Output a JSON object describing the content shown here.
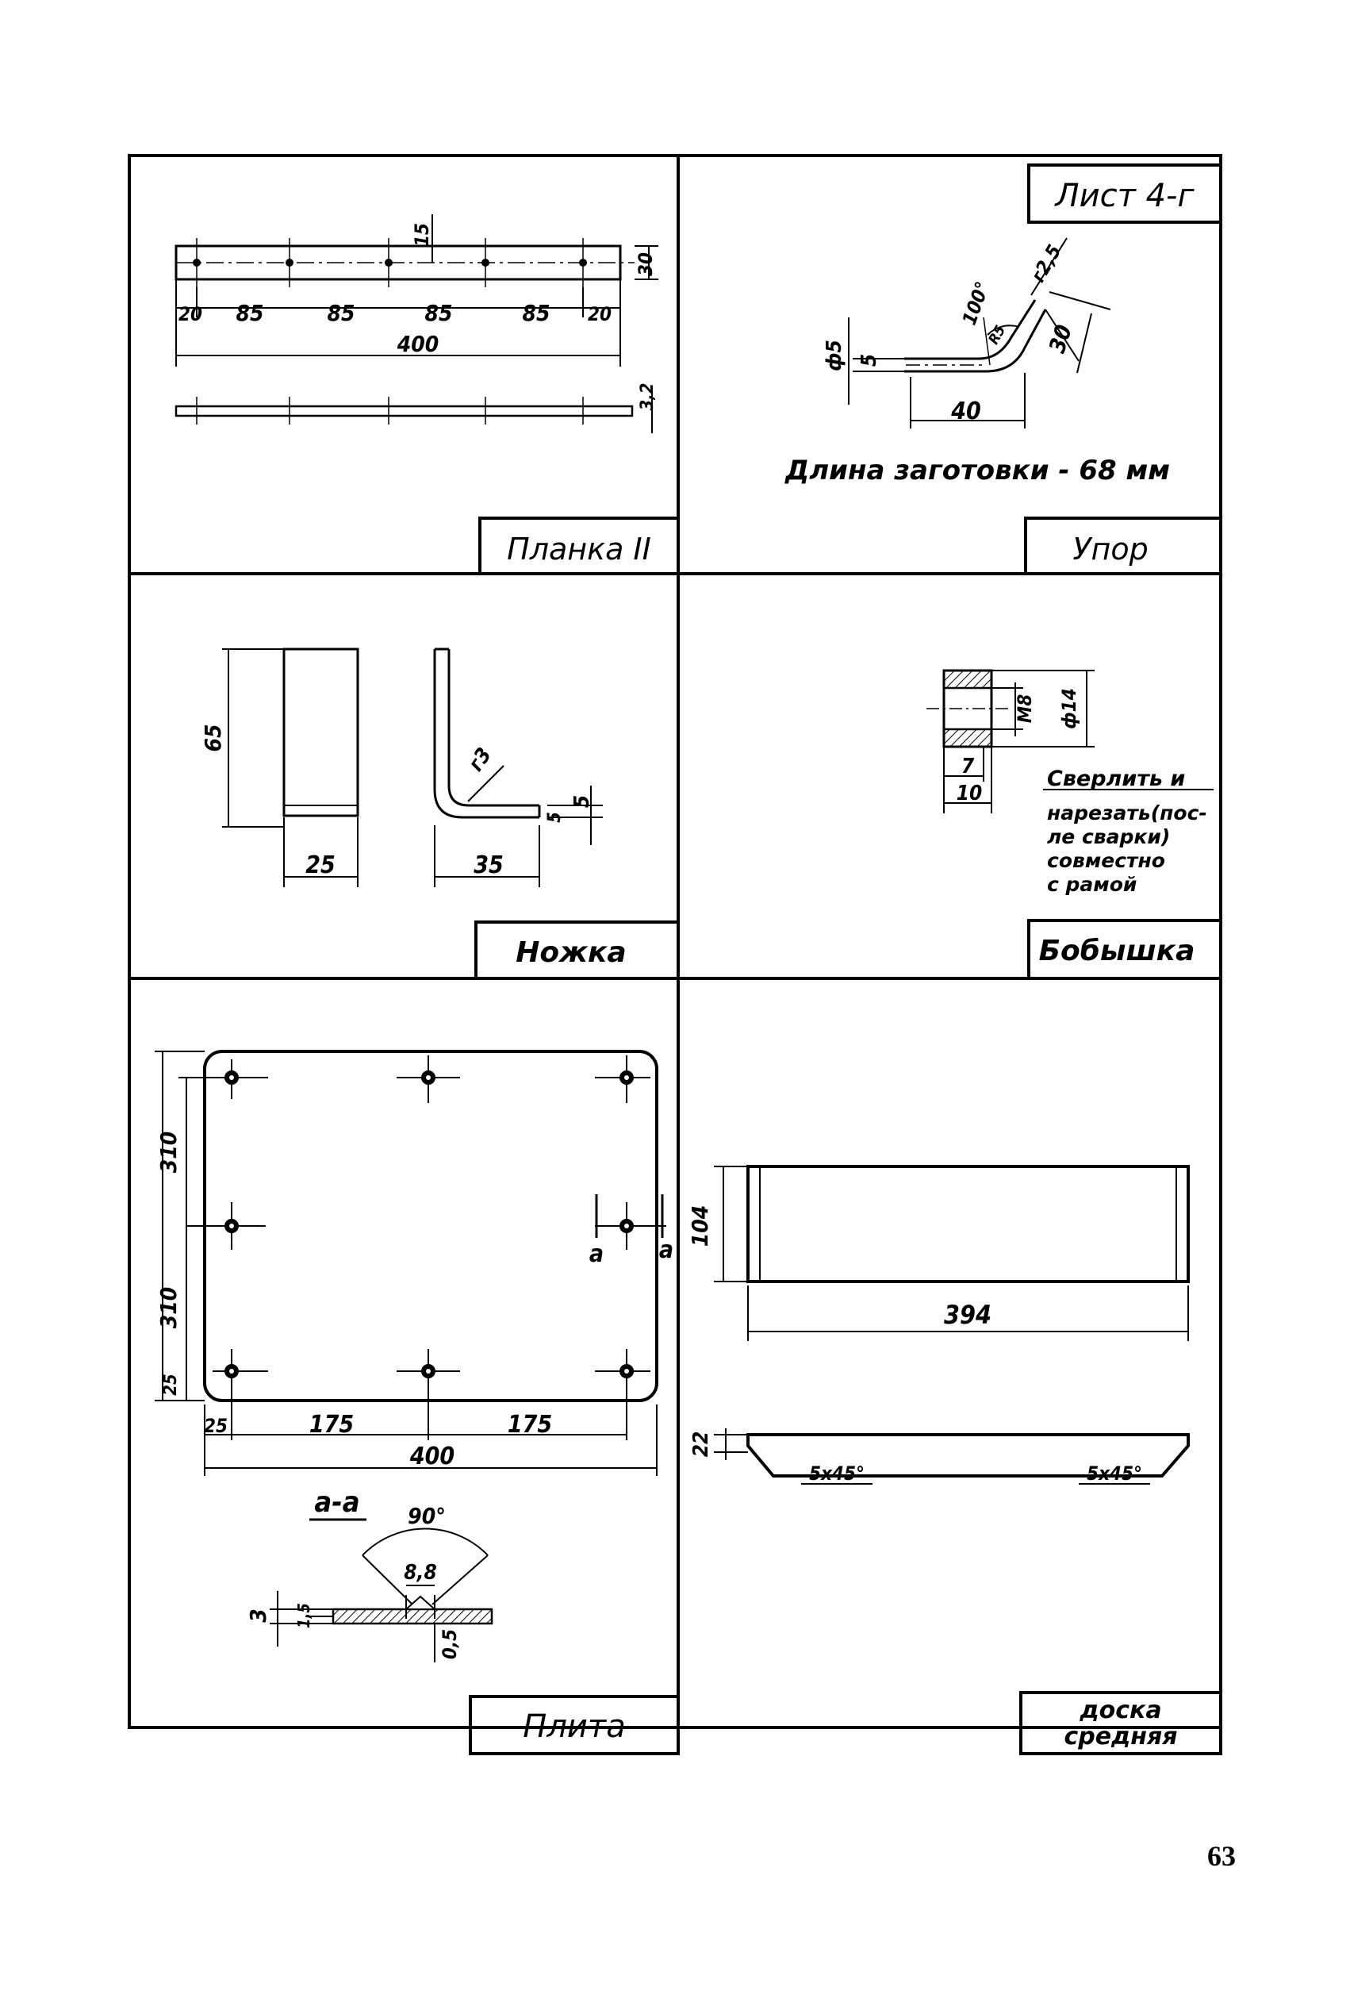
{
  "sheet_label": "Лист 4-г",
  "page_number": "63",
  "panels": {
    "planka": {
      "title": "Планка II",
      "dims": [
        "15",
        "30",
        "20",
        "85",
        "85",
        "85",
        "85",
        "20",
        "400",
        "3,2"
      ]
    },
    "upor": {
      "title": "Упор",
      "note": "Длина заготовки - 68 мм",
      "dims": [
        "ф5",
        "5",
        "100°",
        "г2,5",
        "R5",
        "30",
        "40"
      ]
    },
    "nozhka": {
      "title": "Ножка",
      "dims": [
        "65",
        "25",
        "г3",
        "35",
        "5",
        "5"
      ]
    },
    "bobyshka": {
      "title": "Бобышка",
      "note_lines": [
        "Сверлить и",
        "нарезать(пос-",
        "ле сварки)",
        "совместно",
        "с рамой"
      ],
      "dims": [
        "М8",
        "ф14",
        "7",
        "10"
      ]
    },
    "plita": {
      "title": "Плита",
      "section_label": "а-а",
      "cut_marks": [
        "а",
        "а"
      ],
      "dims": [
        "310",
        "310",
        "25",
        "25",
        "175",
        "175",
        "400",
        "90°",
        "8,8",
        "3",
        "1,5",
        "0,5"
      ]
    },
    "doska": {
      "title_lines": [
        "доска",
        "средняя"
      ],
      "dims": [
        "104",
        "394",
        "22",
        "5x45°",
        "5x45°"
      ]
    }
  }
}
